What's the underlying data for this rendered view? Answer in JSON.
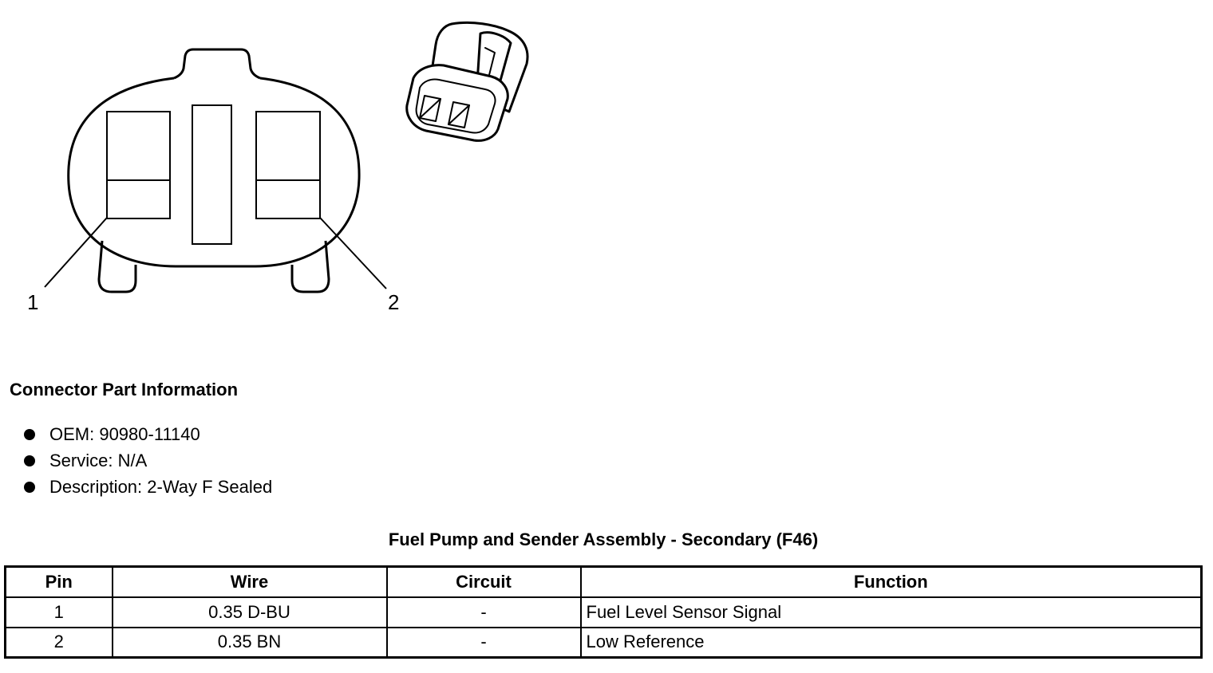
{
  "diagram": {
    "pin_labels": [
      "1",
      "2"
    ]
  },
  "connector_info": {
    "heading": "Connector Part Information",
    "items": [
      "OEM: 90980-11140",
      "Service: N/A",
      "Description: 2-Way F Sealed"
    ]
  },
  "table": {
    "title": "Fuel Pump and Sender Assembly - Secondary (F46)",
    "headers": [
      "Pin",
      "Wire",
      "Circuit",
      "Function"
    ],
    "rows": [
      [
        "1",
        "0.35 D-BU",
        "-",
        "Fuel Level Sensor Signal"
      ],
      [
        "2",
        "0.35 BN",
        "-",
        "Low Reference"
      ]
    ]
  }
}
